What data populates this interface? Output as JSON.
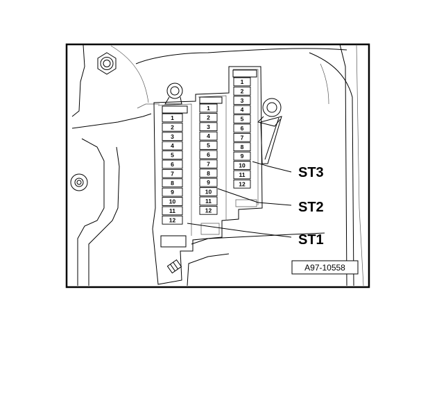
{
  "strips": [
    {
      "id": "st1",
      "fuses": [
        "1",
        "2",
        "3",
        "4",
        "5",
        "6",
        "7",
        "8",
        "9",
        "10",
        "11",
        "12"
      ]
    },
    {
      "id": "st2",
      "fuses": [
        "1",
        "2",
        "3",
        "4",
        "5",
        "6",
        "7",
        "8",
        "9",
        "10",
        "11",
        "12"
      ]
    },
    {
      "id": "st3",
      "fuses": [
        "1",
        "2",
        "3",
        "4",
        "5",
        "6",
        "7",
        "8",
        "9",
        "10",
        "11",
        "12"
      ]
    }
  ],
  "labels": {
    "st1": "ST1",
    "st2": "ST2",
    "st3": "ST3"
  },
  "reference_code": "A97-10558"
}
